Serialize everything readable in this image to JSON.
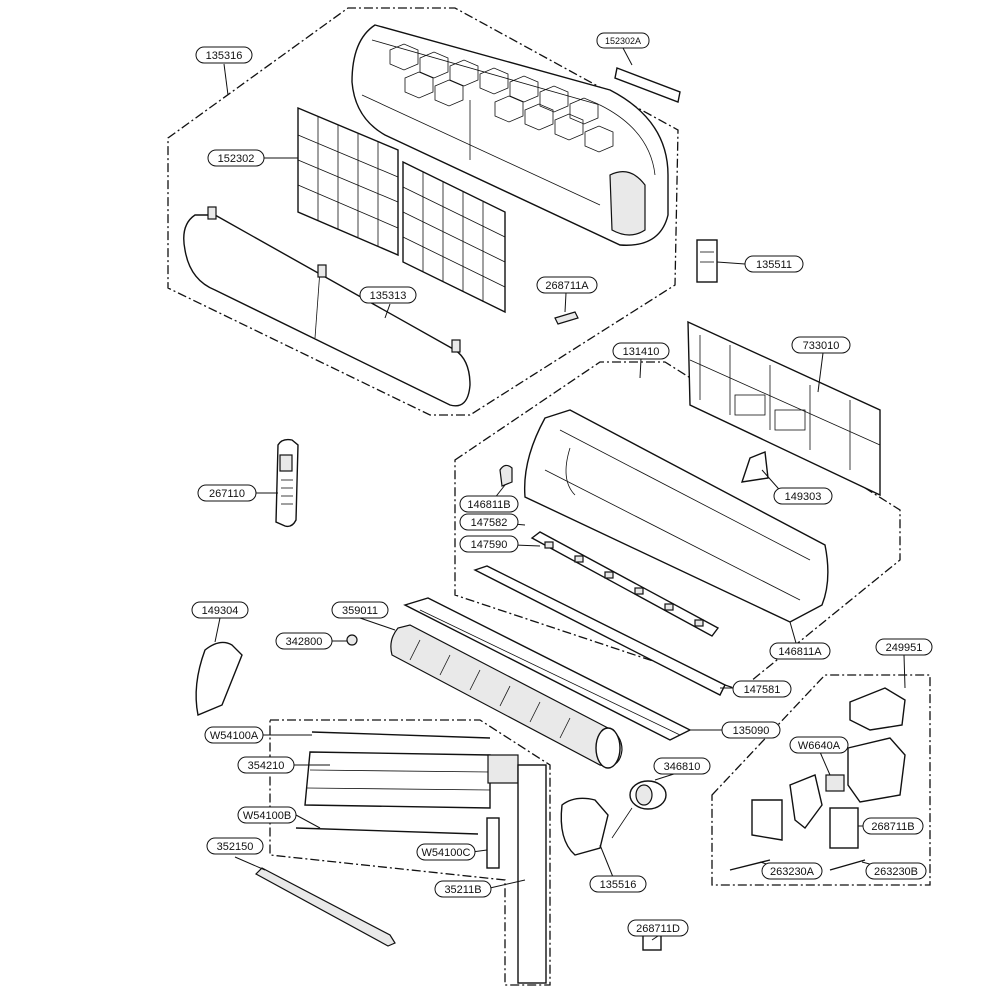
{
  "diagram": {
    "labels": {
      "p135316": "135316",
      "p152302A": "152302A",
      "p152302": "152302",
      "p135313": "135313",
      "p268711A": "268711A",
      "p135511": "135511",
      "p131410": "131410",
      "p733010": "733010",
      "p267110": "267110",
      "p146811B": "146811B",
      "p147582": "147582",
      "p147590": "147590",
      "p149303": "149303",
      "p149304": "149304",
      "p359011": "359011",
      "p342800": "342800",
      "p146811A": "146811A",
      "p147581": "147581",
      "p249951": "249951",
      "p135090": "135090",
      "pW54100A": "W54100A",
      "p354210": "354210",
      "p346810": "346810",
      "pW6640A": "W6640A",
      "pW54100B": "W54100B",
      "p268711B": "268711B",
      "pW54100C": "W54100C",
      "p352150": "352150",
      "p135516": "135516",
      "p35211B": "35211B",
      "p263230A": "263230A",
      "p263230B": "263230B",
      "p268711D": "268711D"
    }
  }
}
